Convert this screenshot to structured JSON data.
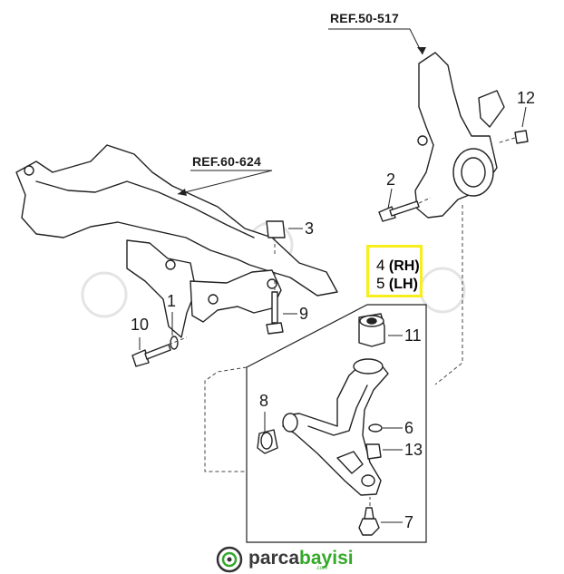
{
  "refs": {
    "knuckle": "REF.50-517",
    "subframe": "REF.60-624"
  },
  "callouts": {
    "c1": "1",
    "c2": "2",
    "c3": "3",
    "c6": "6",
    "c7": "7",
    "c8": "8",
    "c9": "9",
    "c10": "10",
    "c11": "11",
    "c12": "12",
    "c13": "13"
  },
  "highlight": {
    "row1_num": "4",
    "row1_side": "(RH)",
    "row2_num": "5",
    "row2_side": "(LH)",
    "border_color": "#f7ee1a"
  },
  "brand": {
    "name_part1": "parca",
    "name_part2": "bayisi",
    "suffix": ".com",
    "accent": "#35a82b"
  }
}
